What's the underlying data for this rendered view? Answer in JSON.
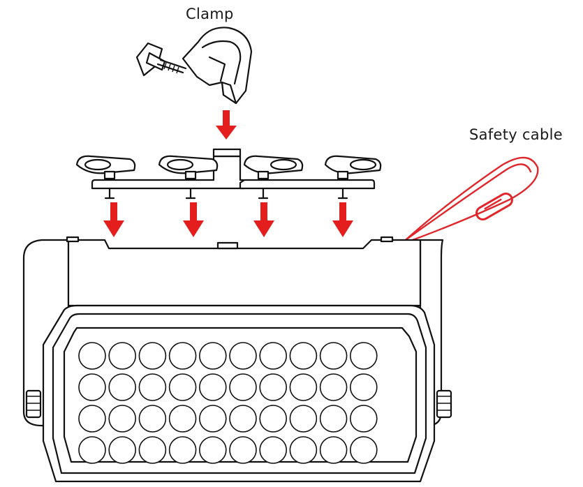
{
  "labels": {
    "clamp": "Clamp",
    "safety_cable": "Safety cable"
  },
  "colors": {
    "arrow": "#e41d1d",
    "cable": "#e0262b",
    "outline": "#111111"
  },
  "led_grid": {
    "rows": 4,
    "columns": 10
  }
}
